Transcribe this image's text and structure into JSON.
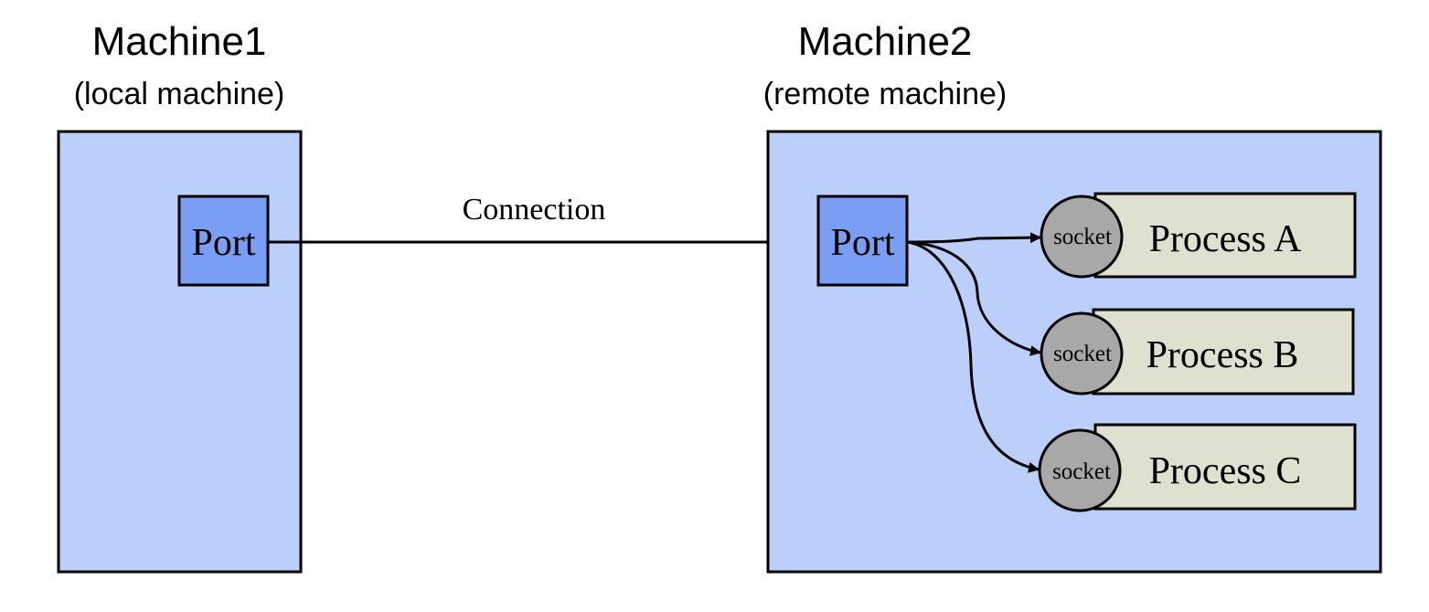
{
  "diagram": {
    "machines": [
      {
        "id": "machine1",
        "title": "Machine1",
        "subtitle": "(local machine)"
      },
      {
        "id": "machine2",
        "title": "Machine2",
        "subtitle": "(remote machine)"
      }
    ],
    "ports": [
      {
        "machine": "machine1",
        "label": "Port"
      },
      {
        "machine": "machine2",
        "label": "Port"
      }
    ],
    "connection": {
      "label": "Connection",
      "from": "machine1.port",
      "to": "machine2.port"
    },
    "processes": [
      {
        "label": "Process A",
        "socket_label": "socket"
      },
      {
        "label": "Process B",
        "socket_label": "socket"
      },
      {
        "label": "Process C",
        "socket_label": "socket"
      }
    ],
    "colors": {
      "machine_fill": "#bccffa",
      "port_fill": "#7b9ef5",
      "socket_fill": "#a8a8a8",
      "process_fill": "#dfe0d0",
      "stroke": "#000000"
    }
  }
}
